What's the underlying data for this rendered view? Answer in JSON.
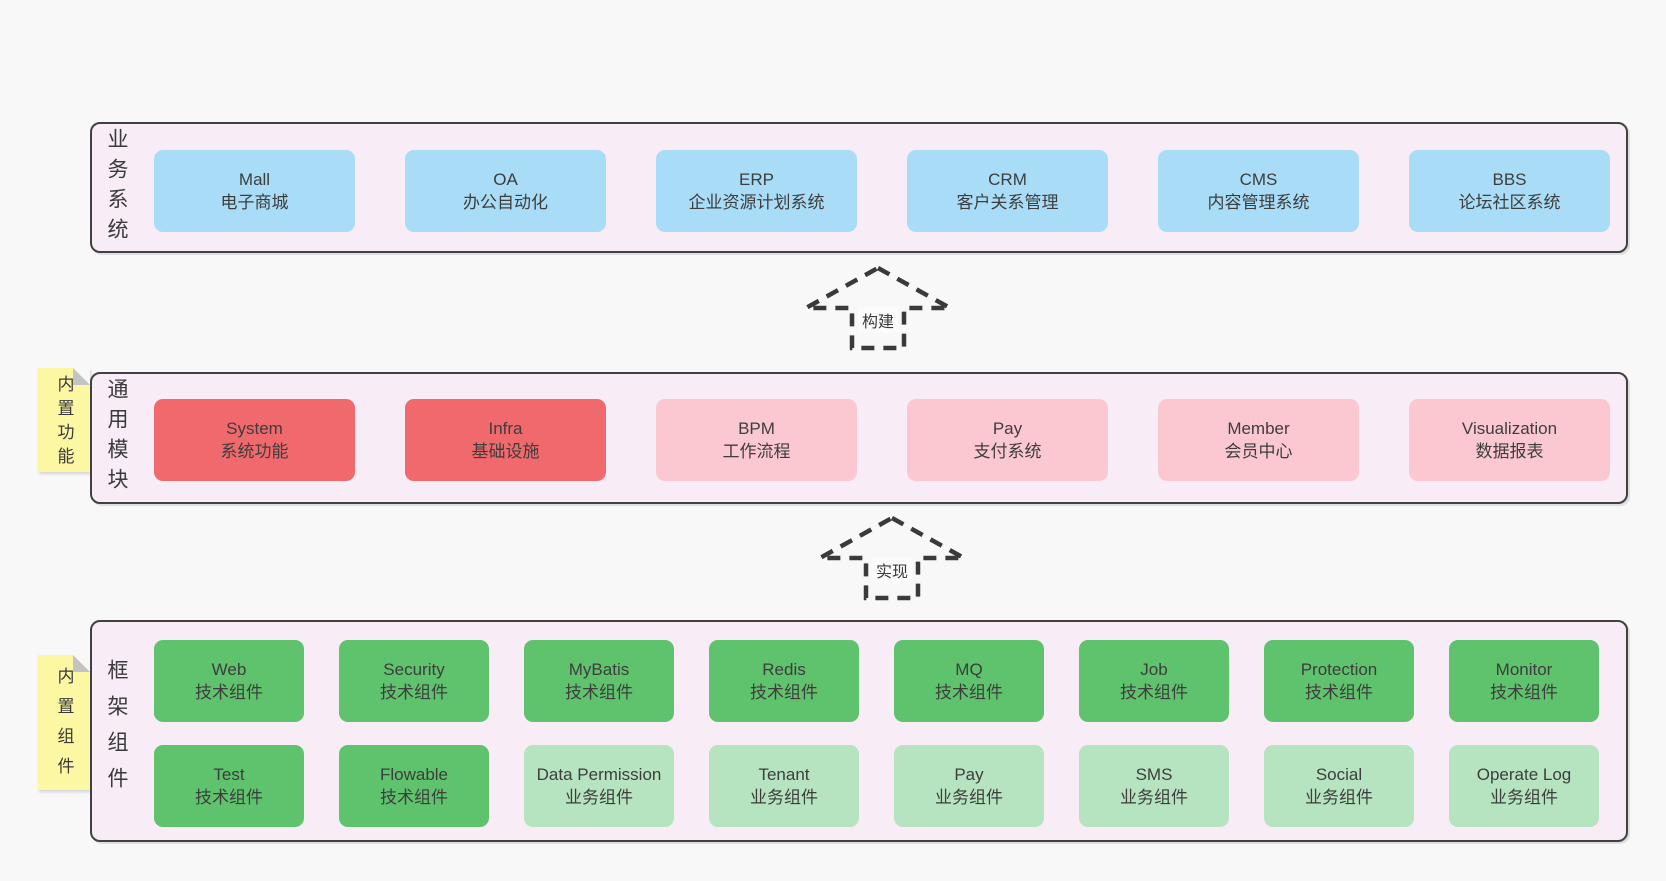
{
  "palette": {
    "page_bg": "#f8f8f8",
    "band_bg": "#f8ecf6",
    "band_border": "#414141",
    "blue": "#a9dcf6",
    "red": "#f0696d",
    "pink": "#fbc8d2",
    "green": "#5fc26d",
    "light_green": "#b7e4c0",
    "sticky_yellow": "#fbf7a2",
    "text": "#3d3d3d"
  },
  "layers": [
    {
      "label": "业务系统",
      "boxes": [
        {
          "title": "Mall",
          "subtitle": "电子商城",
          "variant": "blue"
        },
        {
          "title": "OA",
          "subtitle": "办公自动化",
          "variant": "blue"
        },
        {
          "title": "ERP",
          "subtitle": "企业资源计划系统",
          "variant": "blue"
        },
        {
          "title": "CRM",
          "subtitle": "客户关系管理",
          "variant": "blue"
        },
        {
          "title": "CMS",
          "subtitle": "内容管理系统",
          "variant": "blue"
        },
        {
          "title": "BBS",
          "subtitle": "论坛社区系统",
          "variant": "blue"
        }
      ]
    },
    {
      "label": "通用模块",
      "sticky": "内置功能",
      "boxes": [
        {
          "title": "System",
          "subtitle": "系统功能",
          "variant": "red"
        },
        {
          "title": "Infra",
          "subtitle": "基础设施",
          "variant": "red"
        },
        {
          "title": "BPM",
          "subtitle": "工作流程",
          "variant": "pink"
        },
        {
          "title": "Pay",
          "subtitle": "支付系统",
          "variant": "pink"
        },
        {
          "title": "Member",
          "subtitle": "会员中心",
          "variant": "pink"
        },
        {
          "title": "Visualization",
          "subtitle": "数据报表",
          "variant": "pink"
        }
      ]
    },
    {
      "label": "框架组件",
      "sticky": "内置组件",
      "rows": [
        [
          {
            "title": "Web",
            "subtitle": "技术组件",
            "variant": "green"
          },
          {
            "title": "Security",
            "subtitle": "技术组件",
            "variant": "green"
          },
          {
            "title": "MyBatis",
            "subtitle": "技术组件",
            "variant": "green"
          },
          {
            "title": "Redis",
            "subtitle": "技术组件",
            "variant": "green"
          },
          {
            "title": "MQ",
            "subtitle": "技术组件",
            "variant": "green"
          },
          {
            "title": "Job",
            "subtitle": "技术组件",
            "variant": "green"
          },
          {
            "title": "Protection",
            "subtitle": "技术组件",
            "variant": "green"
          },
          {
            "title": "Monitor",
            "subtitle": "技术组件",
            "variant": "green"
          }
        ],
        [
          {
            "title": "Test",
            "subtitle": "技术组件",
            "variant": "green"
          },
          {
            "title": "Flowable",
            "subtitle": "技术组件",
            "variant": "green"
          },
          {
            "title": "Data Permission",
            "subtitle": "业务组件",
            "variant": "light_green"
          },
          {
            "title": "Tenant",
            "subtitle": "业务组件",
            "variant": "light_green"
          },
          {
            "title": "Pay",
            "subtitle": "业务组件",
            "variant": "light_green"
          },
          {
            "title": "SMS",
            "subtitle": "业务组件",
            "variant": "light_green"
          },
          {
            "title": "Social",
            "subtitle": "业务组件",
            "variant": "light_green"
          },
          {
            "title": "Operate Log",
            "subtitle": "业务组件",
            "variant": "light_green"
          }
        ]
      ]
    }
  ],
  "arrows": [
    {
      "label": "构建"
    },
    {
      "label": "实现"
    }
  ]
}
